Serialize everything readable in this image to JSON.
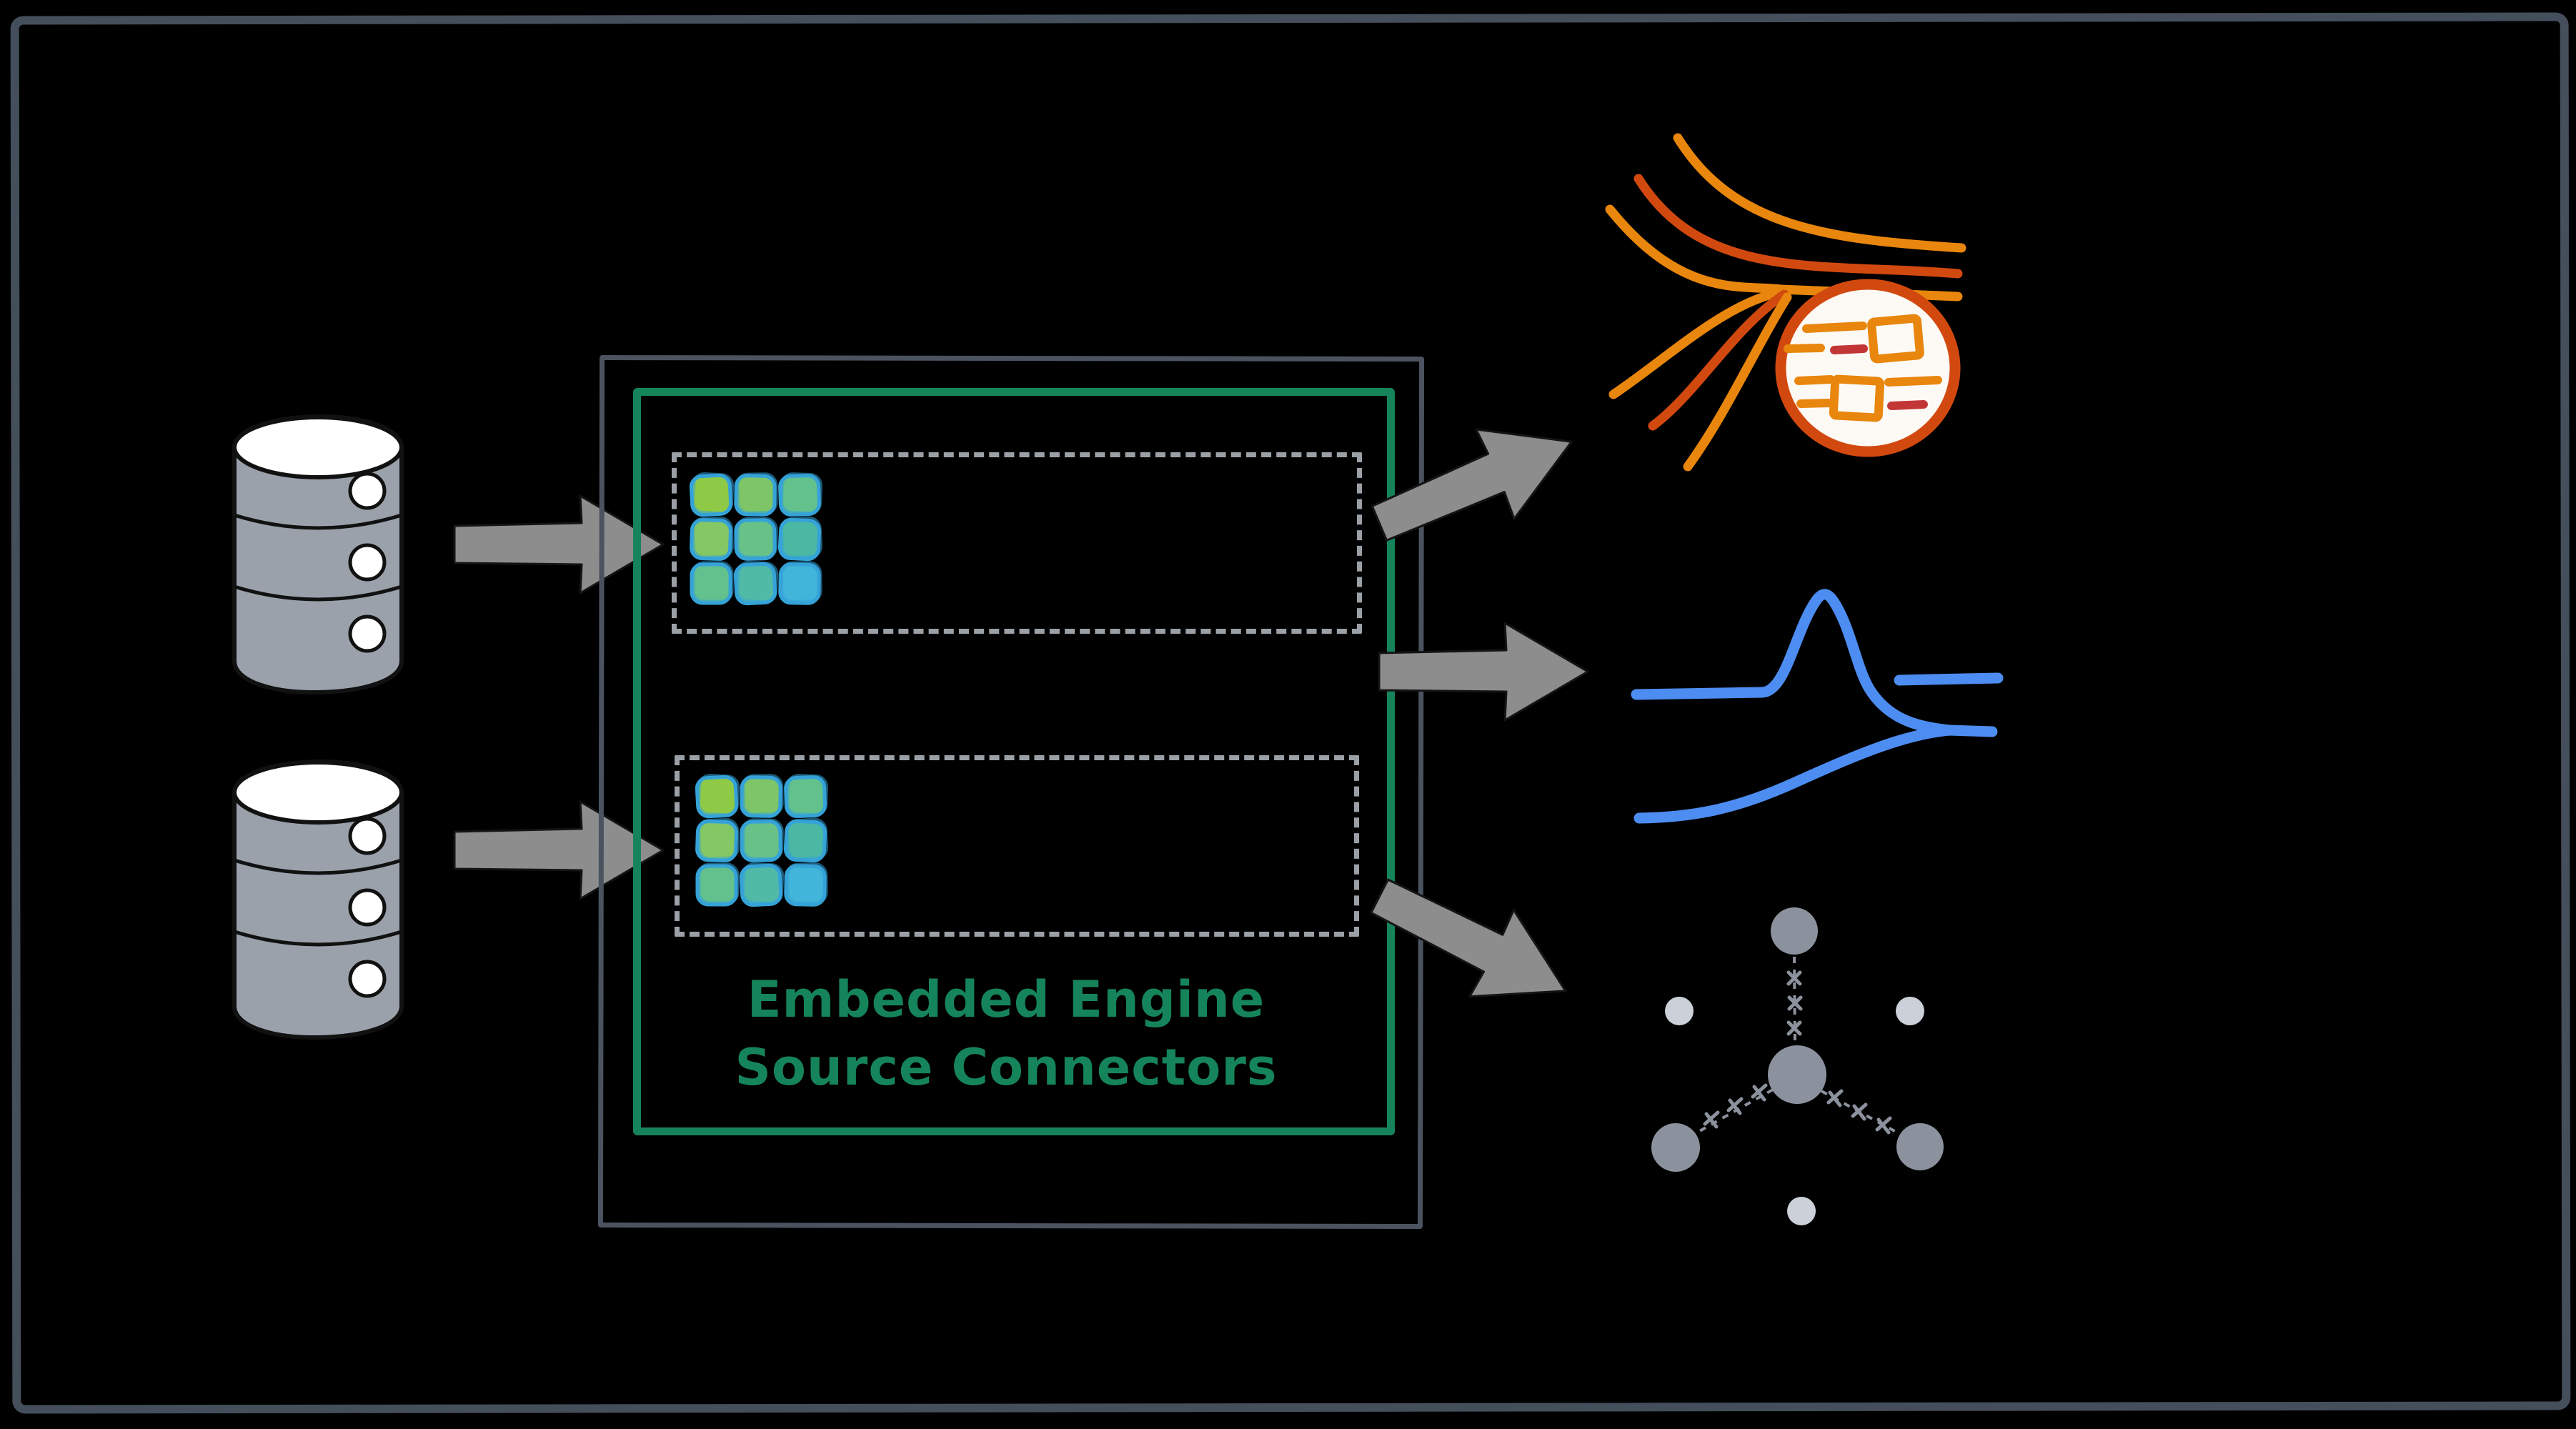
{
  "label": {
    "line1": "Embedded Engine",
    "line2": "Source Connectors"
  },
  "colors": {
    "background": "#000000",
    "frame": "#454e5b",
    "box-outer": "#4a535f",
    "box-green": "#16845a",
    "label-green": "#16845a",
    "dashed": "#9aa0a6",
    "arrow-fill": "#8d8d8d",
    "arrow-outline": "#141414",
    "db-fill": "#9aa1ab",
    "db-outline": "#111111",
    "grid-outline": "#35a3d8",
    "stream-orange": "#e8860d",
    "stream-dark-orange": "#d2490f",
    "stream-red": "#c23636",
    "stream-circle-fill": "#fdfaf6",
    "wave-blue": "#4d8df2",
    "node-gray": "#8b929d",
    "node-light": "#ccd1d9"
  },
  "connector_grid": {
    "rows": 3,
    "cols": 3,
    "cell_colors": [
      "#8fca47",
      "#7dc567",
      "#63c18c",
      "#84c765",
      "#68c288",
      "#4ab8a2",
      "#62c18d",
      "#50baa6",
      "#41b5da"
    ]
  },
  "icons": {
    "source_top": "database-cylinder-icon",
    "source_bottom": "database-cylinder-icon",
    "connector_top": "connector-grid-icon",
    "connector_bottom": "connector-grid-icon",
    "flow": "arrow-right-icon",
    "output_top": "event-streams-icon",
    "output_middle": "stream-waves-icon",
    "output_bottom": "cluster-network-icon"
  }
}
